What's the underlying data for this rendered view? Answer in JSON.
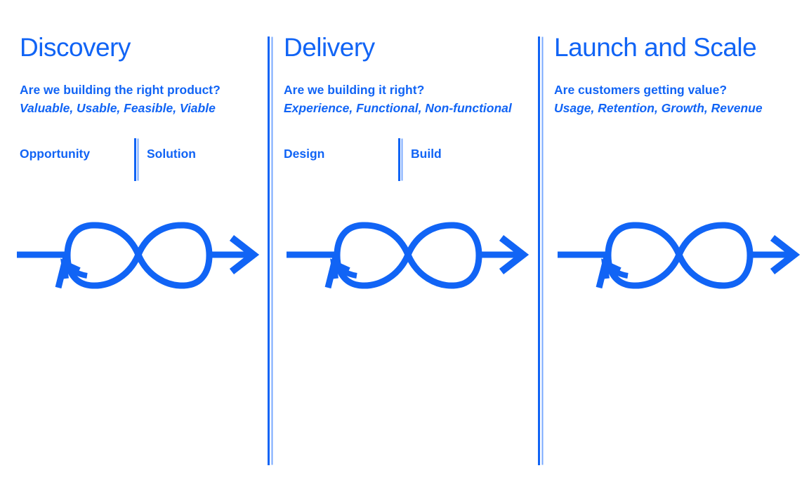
{
  "page": {
    "background": "#ffffff"
  },
  "colors": {
    "accent": "#1164f5",
    "rule_secondary": "#78a9ff",
    "loop_fill": "#ffffff"
  },
  "icons": {
    "loop": "infinity-loop-arrow-icon"
  },
  "columns": [
    {
      "title": "Discovery",
      "question": "Are we building the right product?",
      "criteria": "Valuable, Usable, Feasible, Viable",
      "phases": [
        "Opportunity",
        "Solution"
      ]
    },
    {
      "title": "Delivery",
      "question": "Are we building it right?",
      "criteria": "Experience, Functional, Non-functional",
      "phases": [
        "Design",
        "Build"
      ]
    },
    {
      "title": "Launch and Scale",
      "question": "Are customers getting value?",
      "criteria": "Usage, Retention, Growth, Revenue",
      "phases": []
    }
  ]
}
